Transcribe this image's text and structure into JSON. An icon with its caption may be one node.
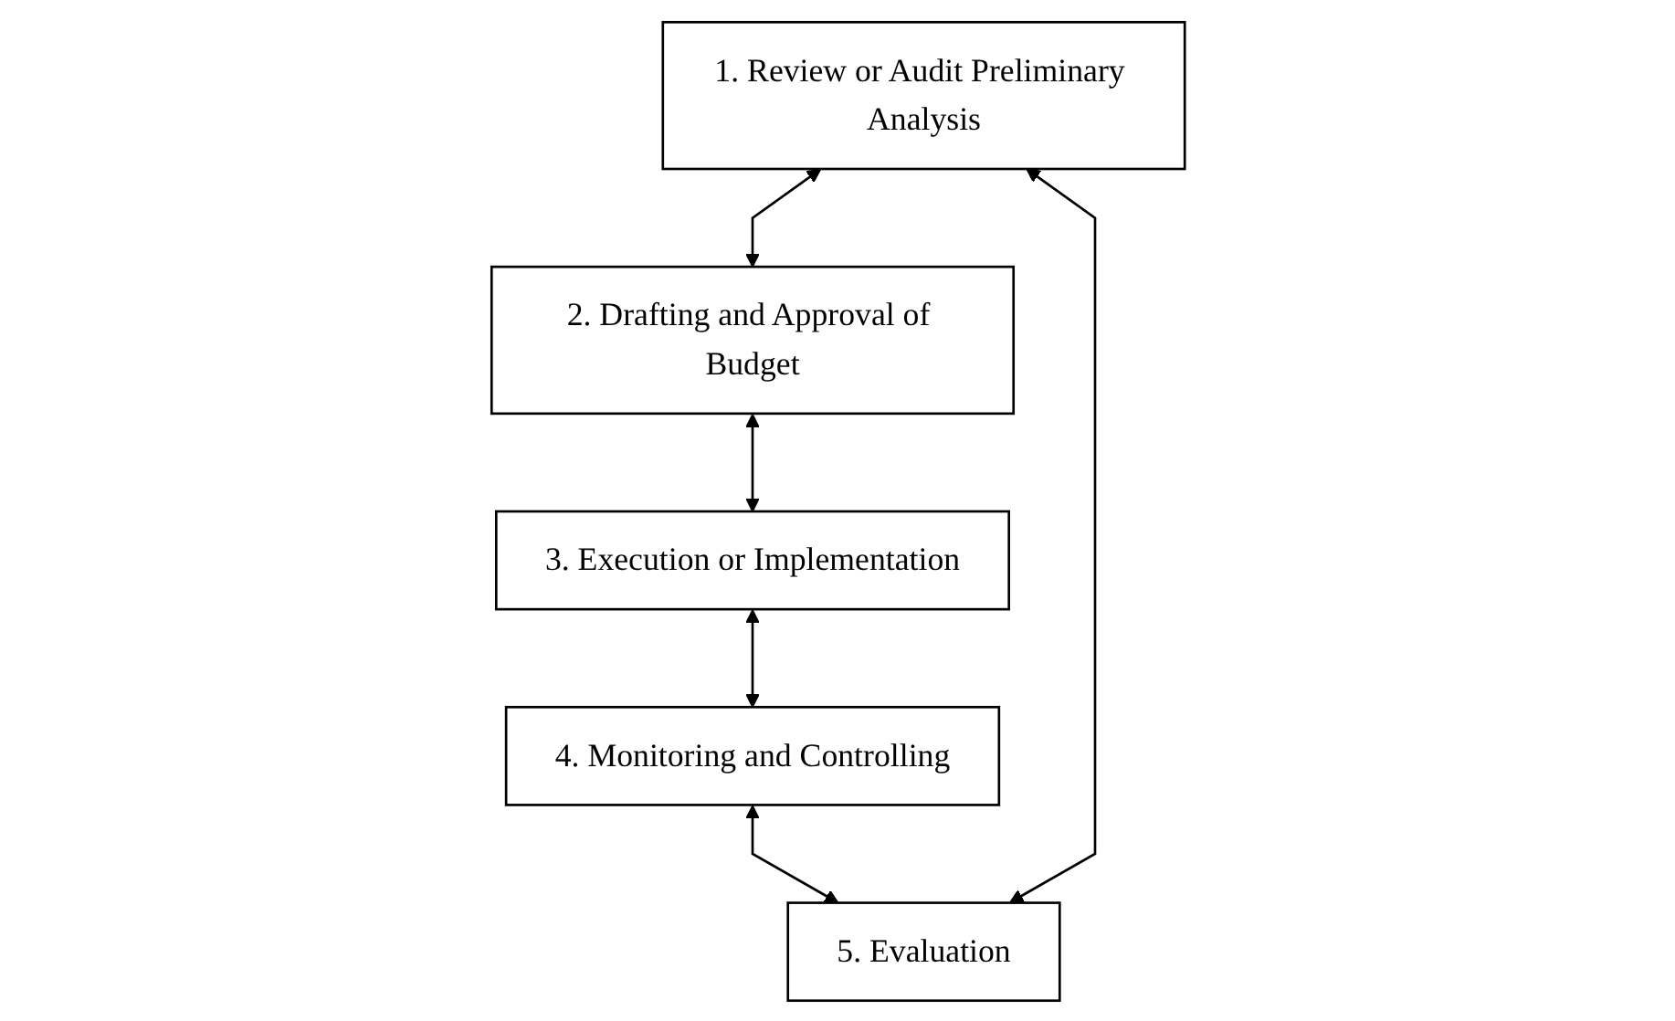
{
  "diagram": {
    "nodes": [
      {
        "text": [
          "1. Review or Audit Preliminary Analysis"
        ]
      },
      {
        "text": [
          "2. Drafting and Approval of Budget"
        ]
      },
      {
        "text": [
          "3. Execution or Implementation"
        ]
      },
      {
        "text": [
          "4. Monitoring and Controlling"
        ]
      },
      {
        "text": [
          "5. Evaluation"
        ]
      }
    ],
    "edges": [
      {
        "from": 0,
        "to": 1,
        "arrow": "both"
      },
      {
        "from": 1,
        "to": 2,
        "arrow": "both"
      },
      {
        "from": 2,
        "to": 3,
        "arrow": "both"
      },
      {
        "from": 3,
        "to": 4,
        "arrow": "both"
      },
      {
        "from": 4,
        "to": 0,
        "arrow": "both"
      }
    ]
  }
}
